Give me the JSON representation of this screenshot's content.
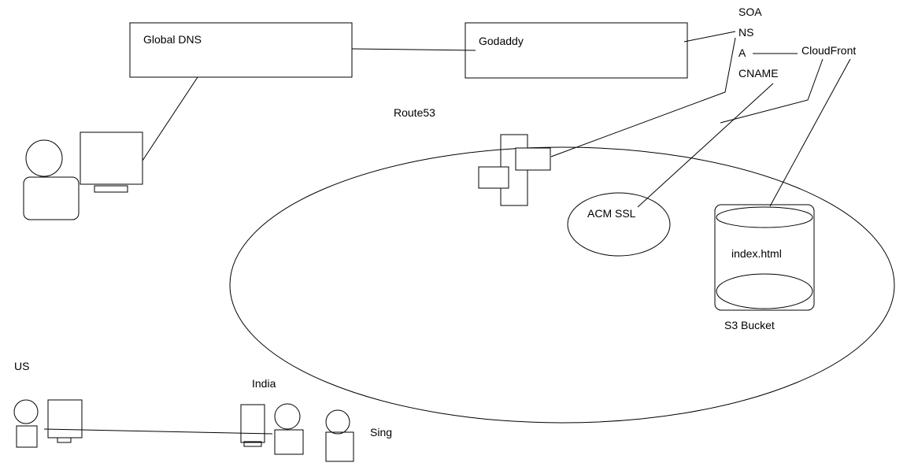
{
  "boxes": {
    "global_dns": "Global DNS",
    "godaddy": "Godaddy"
  },
  "records": [
    "SOA",
    "NS",
    "A",
    "CNAME"
  ],
  "labels": {
    "cloudfront": "CloudFront",
    "route53": "Route53",
    "acm_ssl": "ACM SSL",
    "bucket_file": "index.html",
    "s3_bucket": "S3 Bucket",
    "us": "US",
    "india": "India",
    "sing": "Sing"
  }
}
